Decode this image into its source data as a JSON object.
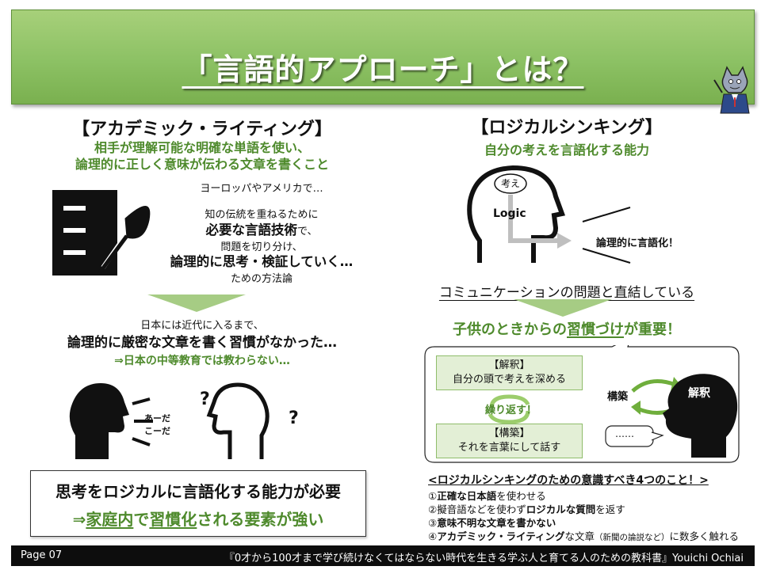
{
  "title": "「言語的アプローチ」とは？",
  "left": {
    "heading": "【アカデミック・ライティング】",
    "definition": [
      "相手が理解可能な明確な単語を使い、",
      "論理的に正しく意味が伝わる文章を書くこと"
    ],
    "text1": "ヨーロッパやアメリカで…",
    "text2": "知の伝統を重ねるために",
    "text3a": "必要な言語技術",
    "text3b": "で、",
    "text4": "問題を切り分け、",
    "text5": "論理的に思考・検証していく…",
    "text6": "ための方法論",
    "japan1": "日本には近代に入るまで、",
    "japan2": "論理的に厳密な文章を書く習慣がなかった…",
    "japan3": "⇒日本の中等教育では教わらない…",
    "speech1": "あーだ",
    "speech2": "こーだ",
    "q1": "?",
    "q2": "?",
    "conclusion1": "思考をロジカルに言語化する能力が必要",
    "conclusion2_pre": "⇒",
    "conclusion2_a": "家庭内",
    "conclusion2_b": "で",
    "conclusion2_c": "習慣化",
    "conclusion2_d": "される要素が強い"
  },
  "right": {
    "heading": "【ロジカルシンキング】",
    "definition": "自分の考えを言語化する能力",
    "thought": "考え",
    "logic": "Logic",
    "output": "論理的に言語化！",
    "comm": "コミュニケーションの問題と直結している",
    "habit_a": "子供のときからの",
    "habit_b": "習慣づけ",
    "habit_c": "が重要！",
    "box1_title": "【解釈】",
    "box1_text": "自分の頭で考えを深める",
    "repeat": "繰り返す！",
    "box2_title": "【構築】",
    "box2_text": "それを言葉にして話す",
    "kouchiku": "構築",
    "kaishaku": "解釈",
    "dots": "……",
    "list_title": "<ロジカルシンキングのための意識すべき4つのこと！>",
    "list": [
      {
        "num": "①",
        "bold": "正確な日本語",
        "rest": "を使わせる",
        "pre": ""
      },
      {
        "num": "②",
        "pre": "擬音語などを使わず",
        "bold": "ロジカルな質問",
        "rest": "を返す"
      },
      {
        "num": "③",
        "bold": "意味不明な文章を書かない",
        "rest": "",
        "pre": ""
      },
      {
        "num": "④",
        "bold": "アカデミック・ライティング",
        "rest": "な文章",
        "pre": "",
        "small": "（新聞の論説など）",
        "tail": "に数多く触れる"
      }
    ]
  },
  "footer": {
    "page": "Page 07",
    "book": "『0才から100才まで学び続けなくてはならない時代を生きる学ぶ人と育てる人のための教科書』Youichi Ochiai"
  },
  "colors": {
    "accent_green": "#4e8a2c",
    "header_green": "#8cc164",
    "box_fill": "#e3efd6"
  }
}
